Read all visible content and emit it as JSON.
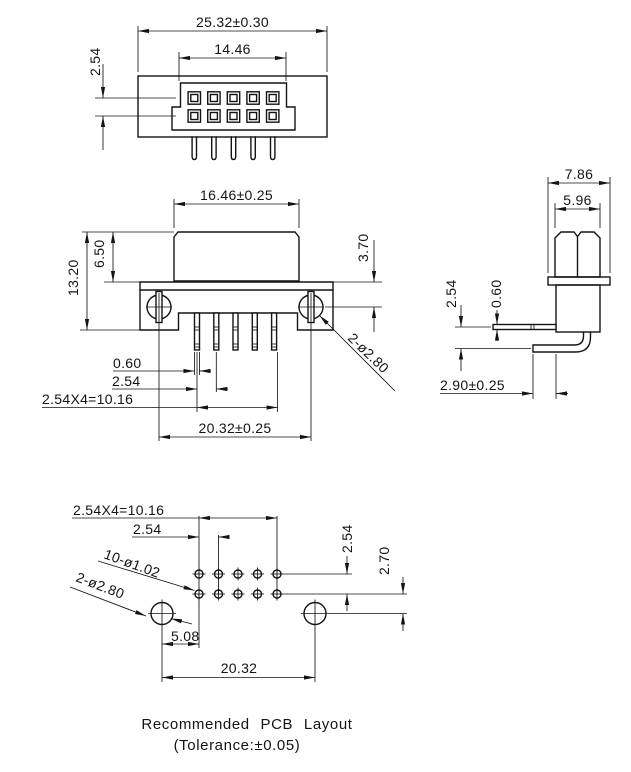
{
  "style": {
    "ink_color": "#141414",
    "background_color": "#ffffff"
  },
  "views": {
    "top": {
      "dim_overall_width": "25.32±0.30",
      "dim_inner_width": "14.46",
      "dim_row_pitch": "2.54"
    },
    "front": {
      "dim_cap_width": "16.46±0.25",
      "dim_cap_height": "6.50",
      "dim_total_height": "13.20",
      "dim_hole_drop": "3.70",
      "dim_pin_width": "0.60",
      "dim_pin_pitch": "2.54",
      "dim_pin_span": "2.54X4=10.16",
      "dim_mount_hole_span": "20.32±0.25",
      "label_mount_holes": "2-ø2.80"
    },
    "side": {
      "dim_outer_width": "7.86",
      "dim_inner_width": "5.96",
      "dim_row_pitch": "2.54",
      "dim_pin_thickness": "0.60",
      "dim_pin_standoff": "2.90±0.25"
    },
    "pcb": {
      "dim_pin_span": "2.54X4=10.16",
      "dim_pin_pitch": "2.54",
      "label_small_holes": "10-ø1.02",
      "label_big_holes": "2-ø2.80",
      "dim_big_hole_offset_x": "5.08",
      "dim_big_hole_span": "20.32",
      "dim_row_pitch": "2.54",
      "dim_big_hole_drop": "2.70"
    }
  },
  "caption": {
    "line1": "Recommended PCB Layout",
    "line2": "(Tolerance:±0.05)"
  }
}
